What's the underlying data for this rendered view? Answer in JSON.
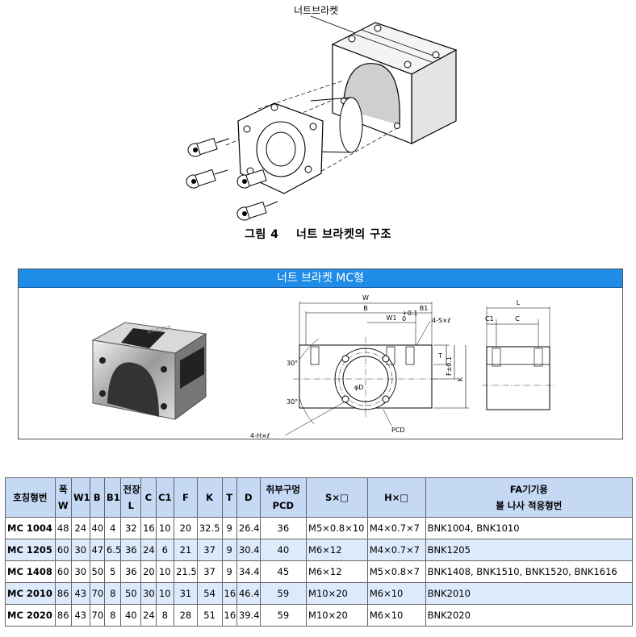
{
  "figure": {
    "callout_label": "너트브라켓",
    "caption_num": "그림 4",
    "caption_text": "너트 브라켓의 구조"
  },
  "mc_panel": {
    "title": "너트 브라켓 MC형",
    "front_view": {
      "labels": {
        "w": "W",
        "b": "B",
        "b1": "B1",
        "w1": "W1",
        "w1_tol": "+0.1",
        "w1_tol_low": "0",
        "s_hole": "4-S×ℓ",
        "t": "T",
        "f": "F±0.1",
        "k": "K",
        "angle_top": "30°",
        "angle_bottom": "30°",
        "phi_d": "φD",
        "pcd": "PCD",
        "h_hole": "4-H×ℓ"
      }
    },
    "side_view": {
      "labels": {
        "l": "L",
        "c1": "C1",
        "c": "C"
      }
    },
    "photo_text": "NT FORCE"
  },
  "table": {
    "headers": [
      {
        "line1": "호칭형번",
        "line2": ""
      },
      {
        "line1": "폭",
        "line2": "W"
      },
      {
        "line1": "W1",
        "line2": ""
      },
      {
        "line1": "B",
        "line2": ""
      },
      {
        "line1": "B1",
        "line2": ""
      },
      {
        "line1": "전장",
        "line2": "L"
      },
      {
        "line1": "C",
        "line2": ""
      },
      {
        "line1": "C1",
        "line2": ""
      },
      {
        "line1": "F",
        "line2": ""
      },
      {
        "line1": "K",
        "line2": ""
      },
      {
        "line1": "T",
        "line2": ""
      },
      {
        "line1": "D",
        "line2": ""
      },
      {
        "line1": "취부구멍",
        "line2": "PCD"
      },
      {
        "line1": "S×□",
        "line2": ""
      },
      {
        "line1": "H×□",
        "line2": ""
      },
      {
        "line1": "FA기기용",
        "line2": "볼 나사 적응형번"
      }
    ],
    "rows": [
      {
        "model": "MC 1004",
        "W": "48",
        "W1": "24",
        "B": "40",
        "B1": "4",
        "L": "32",
        "C": "16",
        "C1": "10",
        "F": "20",
        "K": "32.5",
        "T": "9",
        "D": "26.4",
        "PCD": "36",
        "S": "M5×0.8×10",
        "H": "M4×0.7×7",
        "FA": "BNK1004, BNK1010"
      },
      {
        "model": "MC 1205",
        "W": "60",
        "W1": "30",
        "B": "47",
        "B1": "6.5",
        "L": "36",
        "C": "24",
        "C1": "6",
        "F": "21",
        "K": "37",
        "T": "9",
        "D": "30.4",
        "PCD": "40",
        "S": "M6×12",
        "H": "M4×0.7×7",
        "FA": "BNK1205"
      },
      {
        "model": "MC 1408",
        "W": "60",
        "W1": "30",
        "B": "50",
        "B1": "5",
        "L": "36",
        "C": "20",
        "C1": "10",
        "F": "21.5",
        "K": "37",
        "T": "9",
        "D": "34.4",
        "PCD": "45",
        "S": "M6×12",
        "H": "M5×0.8×7",
        "FA": "BNK1408, BNK1510, BNK1520, BNK1616"
      },
      {
        "model": "MC 2010",
        "W": "86",
        "W1": "43",
        "B": "70",
        "B1": "8",
        "L": "50",
        "C": "30",
        "C1": "10",
        "F": "31",
        "K": "54",
        "T": "16",
        "D": "46.4",
        "PCD": "59",
        "S": "M10×20",
        "H": "M6×10",
        "FA": "BNK2010"
      },
      {
        "model": "MC 2020",
        "W": "86",
        "W1": "43",
        "B": "70",
        "B1": "8",
        "L": "40",
        "C": "24",
        "C1": "8",
        "F": "28",
        "K": "51",
        "T": "16",
        "D": "39.4",
        "PCD": "59",
        "S": "M10×20",
        "H": "M6×10",
        "FA": "BNK2020"
      }
    ]
  }
}
